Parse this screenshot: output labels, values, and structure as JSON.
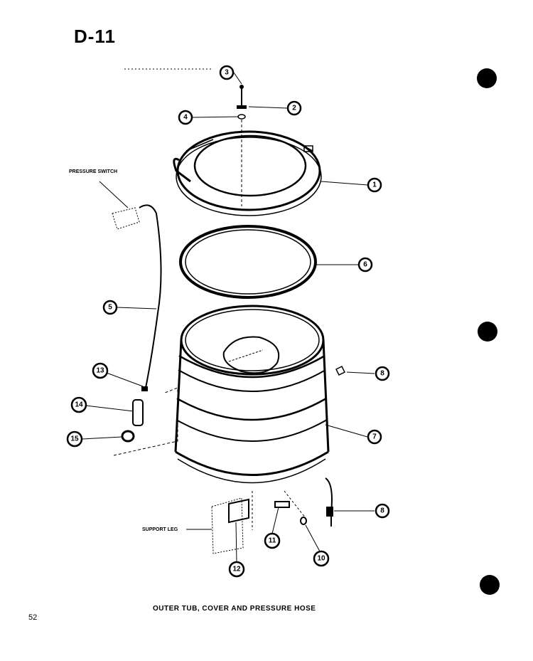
{
  "header": {
    "page_code": "D-11"
  },
  "labels": {
    "pressure_switch": "PRESSURE SWITCH",
    "support_leg": "SUPPORT LEG"
  },
  "callouts": {
    "c1": "1",
    "c2": "2",
    "c3": "3",
    "c4": "4",
    "c5": "5",
    "c6": "6",
    "c7": "7",
    "c8": "8",
    "c9": "8",
    "c10": "10",
    "c11": "11",
    "c12": "12",
    "c13": "13",
    "c14": "14",
    "c15": "15"
  },
  "footer": {
    "caption": "OUTER TUB, COVER AND PRESSURE HOSE",
    "page_number": "52"
  }
}
